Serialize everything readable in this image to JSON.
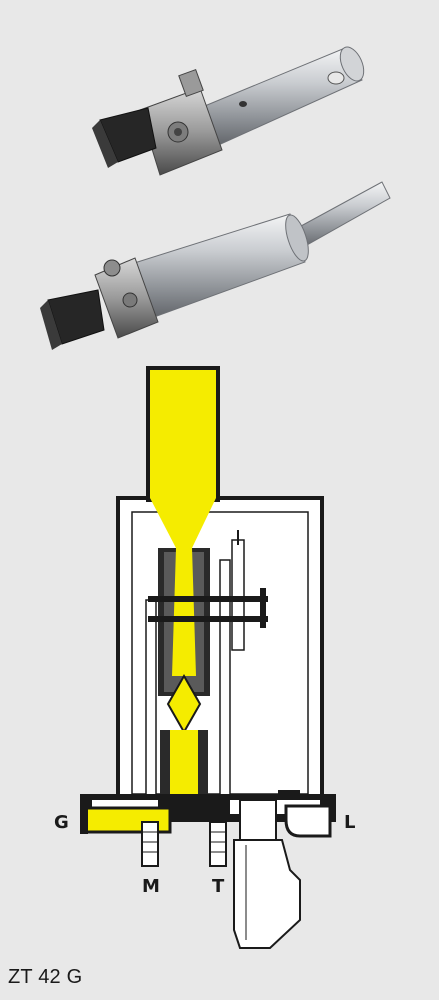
{
  "caption": "ZT 42 G",
  "labels": {
    "g": "G",
    "l": "L",
    "m": "M",
    "t": "T"
  },
  "colors": {
    "background": "#e8e8e8",
    "flame": "#f5ec00",
    "outline": "#1a1a1a",
    "housing": "#ffffff",
    "steel": "#b9bcc0",
    "dark_part": "#2a2a2a"
  }
}
